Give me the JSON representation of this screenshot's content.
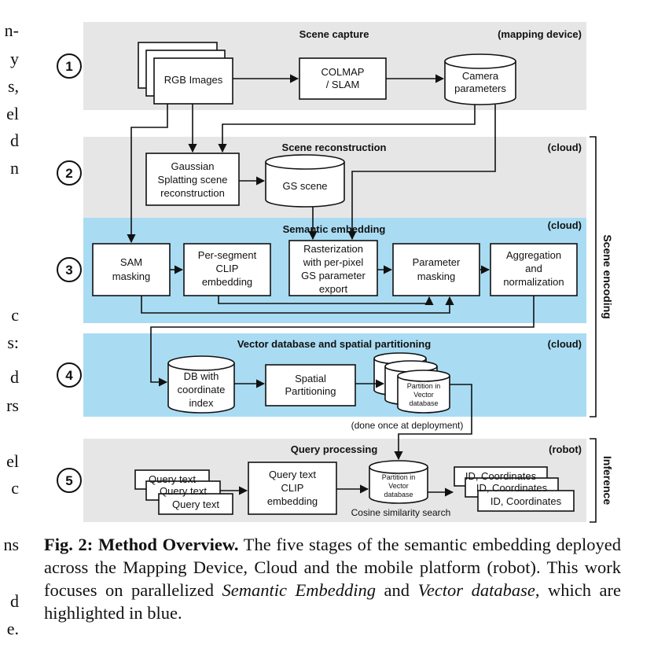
{
  "left_clipped_text": [
    "n-",
    "y",
    "s,",
    "el",
    "d",
    "n",
    "c",
    "s:",
    "d",
    "rs",
    "el",
    "c",
    "ns",
    "d",
    "e."
  ],
  "stages": {
    "1": {
      "number": "1",
      "title": "Scene capture",
      "location": "(mapping device)"
    },
    "2": {
      "number": "2",
      "title": "Scene reconstruction",
      "location": "(cloud)"
    },
    "3": {
      "number": "3",
      "title": "Semantic embedding",
      "location": "(cloud)"
    },
    "4": {
      "number": "4",
      "title": "Vector database and spatial partitioning",
      "location": "(cloud)"
    },
    "5": {
      "number": "5",
      "title": "Query processing",
      "location": "(robot)"
    }
  },
  "nodes": {
    "rgb_images": "RGB Images",
    "colmap_line1": "COLMAP",
    "colmap_line2": "/ SLAM",
    "camera_line1": "Camera",
    "camera_line2": "parameters",
    "gaussian_line1": "Gaussian",
    "gaussian_line2": "Splatting scene",
    "gaussian_line3": "reconstruction",
    "gs_scene": "GS scene",
    "sam_line1": "SAM",
    "sam_line2": "masking",
    "clip_line1": "Per-segment",
    "clip_line2": "CLIP",
    "clip_line3": "embedding",
    "raster_line1": "Rasterization",
    "raster_line2": "with per-pixel",
    "raster_line3": "GS parameter",
    "raster_line4": "export",
    "param_line1": "Parameter",
    "param_line2": "masking",
    "agg_line1": "Aggregation",
    "agg_line2": "and",
    "agg_line3": "normalization",
    "db_line1": "DB with",
    "db_line2": "coordinate",
    "db_line3": "index",
    "spatial_line1": "Spatial",
    "spatial_line2": "Partitioning",
    "partition_line1": "Partition in",
    "partition_line2": "Vector",
    "partition_line3": "database",
    "query_text": "Query text",
    "qclip_line1": "Query text",
    "qclip_line2": "CLIP",
    "qclip_line3": "embedding",
    "id_coords": "ID, Coordinates"
  },
  "notes": {
    "deployment": "(done once at deployment)",
    "cosine": "Cosine similarity search"
  },
  "brackets": {
    "scene_encoding": "Scene encoding",
    "inference": "Inference"
  },
  "colors": {
    "gray_band": "#e6e6e6",
    "blue_band": "#a9dcf3",
    "stroke": "#111111"
  },
  "caption": {
    "label": "Fig. 2:",
    "title": "Method Overview.",
    "text1": " The five stages of the semantic embedding deployed across the Mapping Device, Cloud and the mobile platform (robot). This work focuses on parallelized ",
    "em1": "Semantic Embedding",
    "text2": " and ",
    "em2": "Vector database",
    "text3": ", which are highlighted in blue."
  }
}
